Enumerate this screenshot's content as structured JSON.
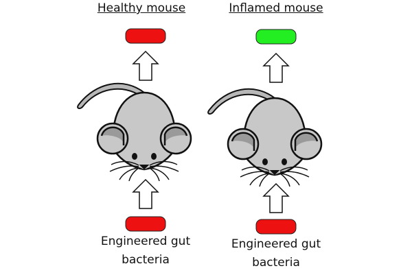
{
  "panels": [
    {
      "title": "Healthy mouse",
      "output_color": "#ee1111",
      "input_color": "#ee1111",
      "caption_line1": "Engineered gut",
      "caption_line2": "bacteria"
    },
    {
      "title": "Inflamed mouse",
      "output_color": "#22ee22",
      "input_color": "#ee1111",
      "caption_line1": "Engineered gut",
      "caption_line2": "bacteria"
    }
  ]
}
